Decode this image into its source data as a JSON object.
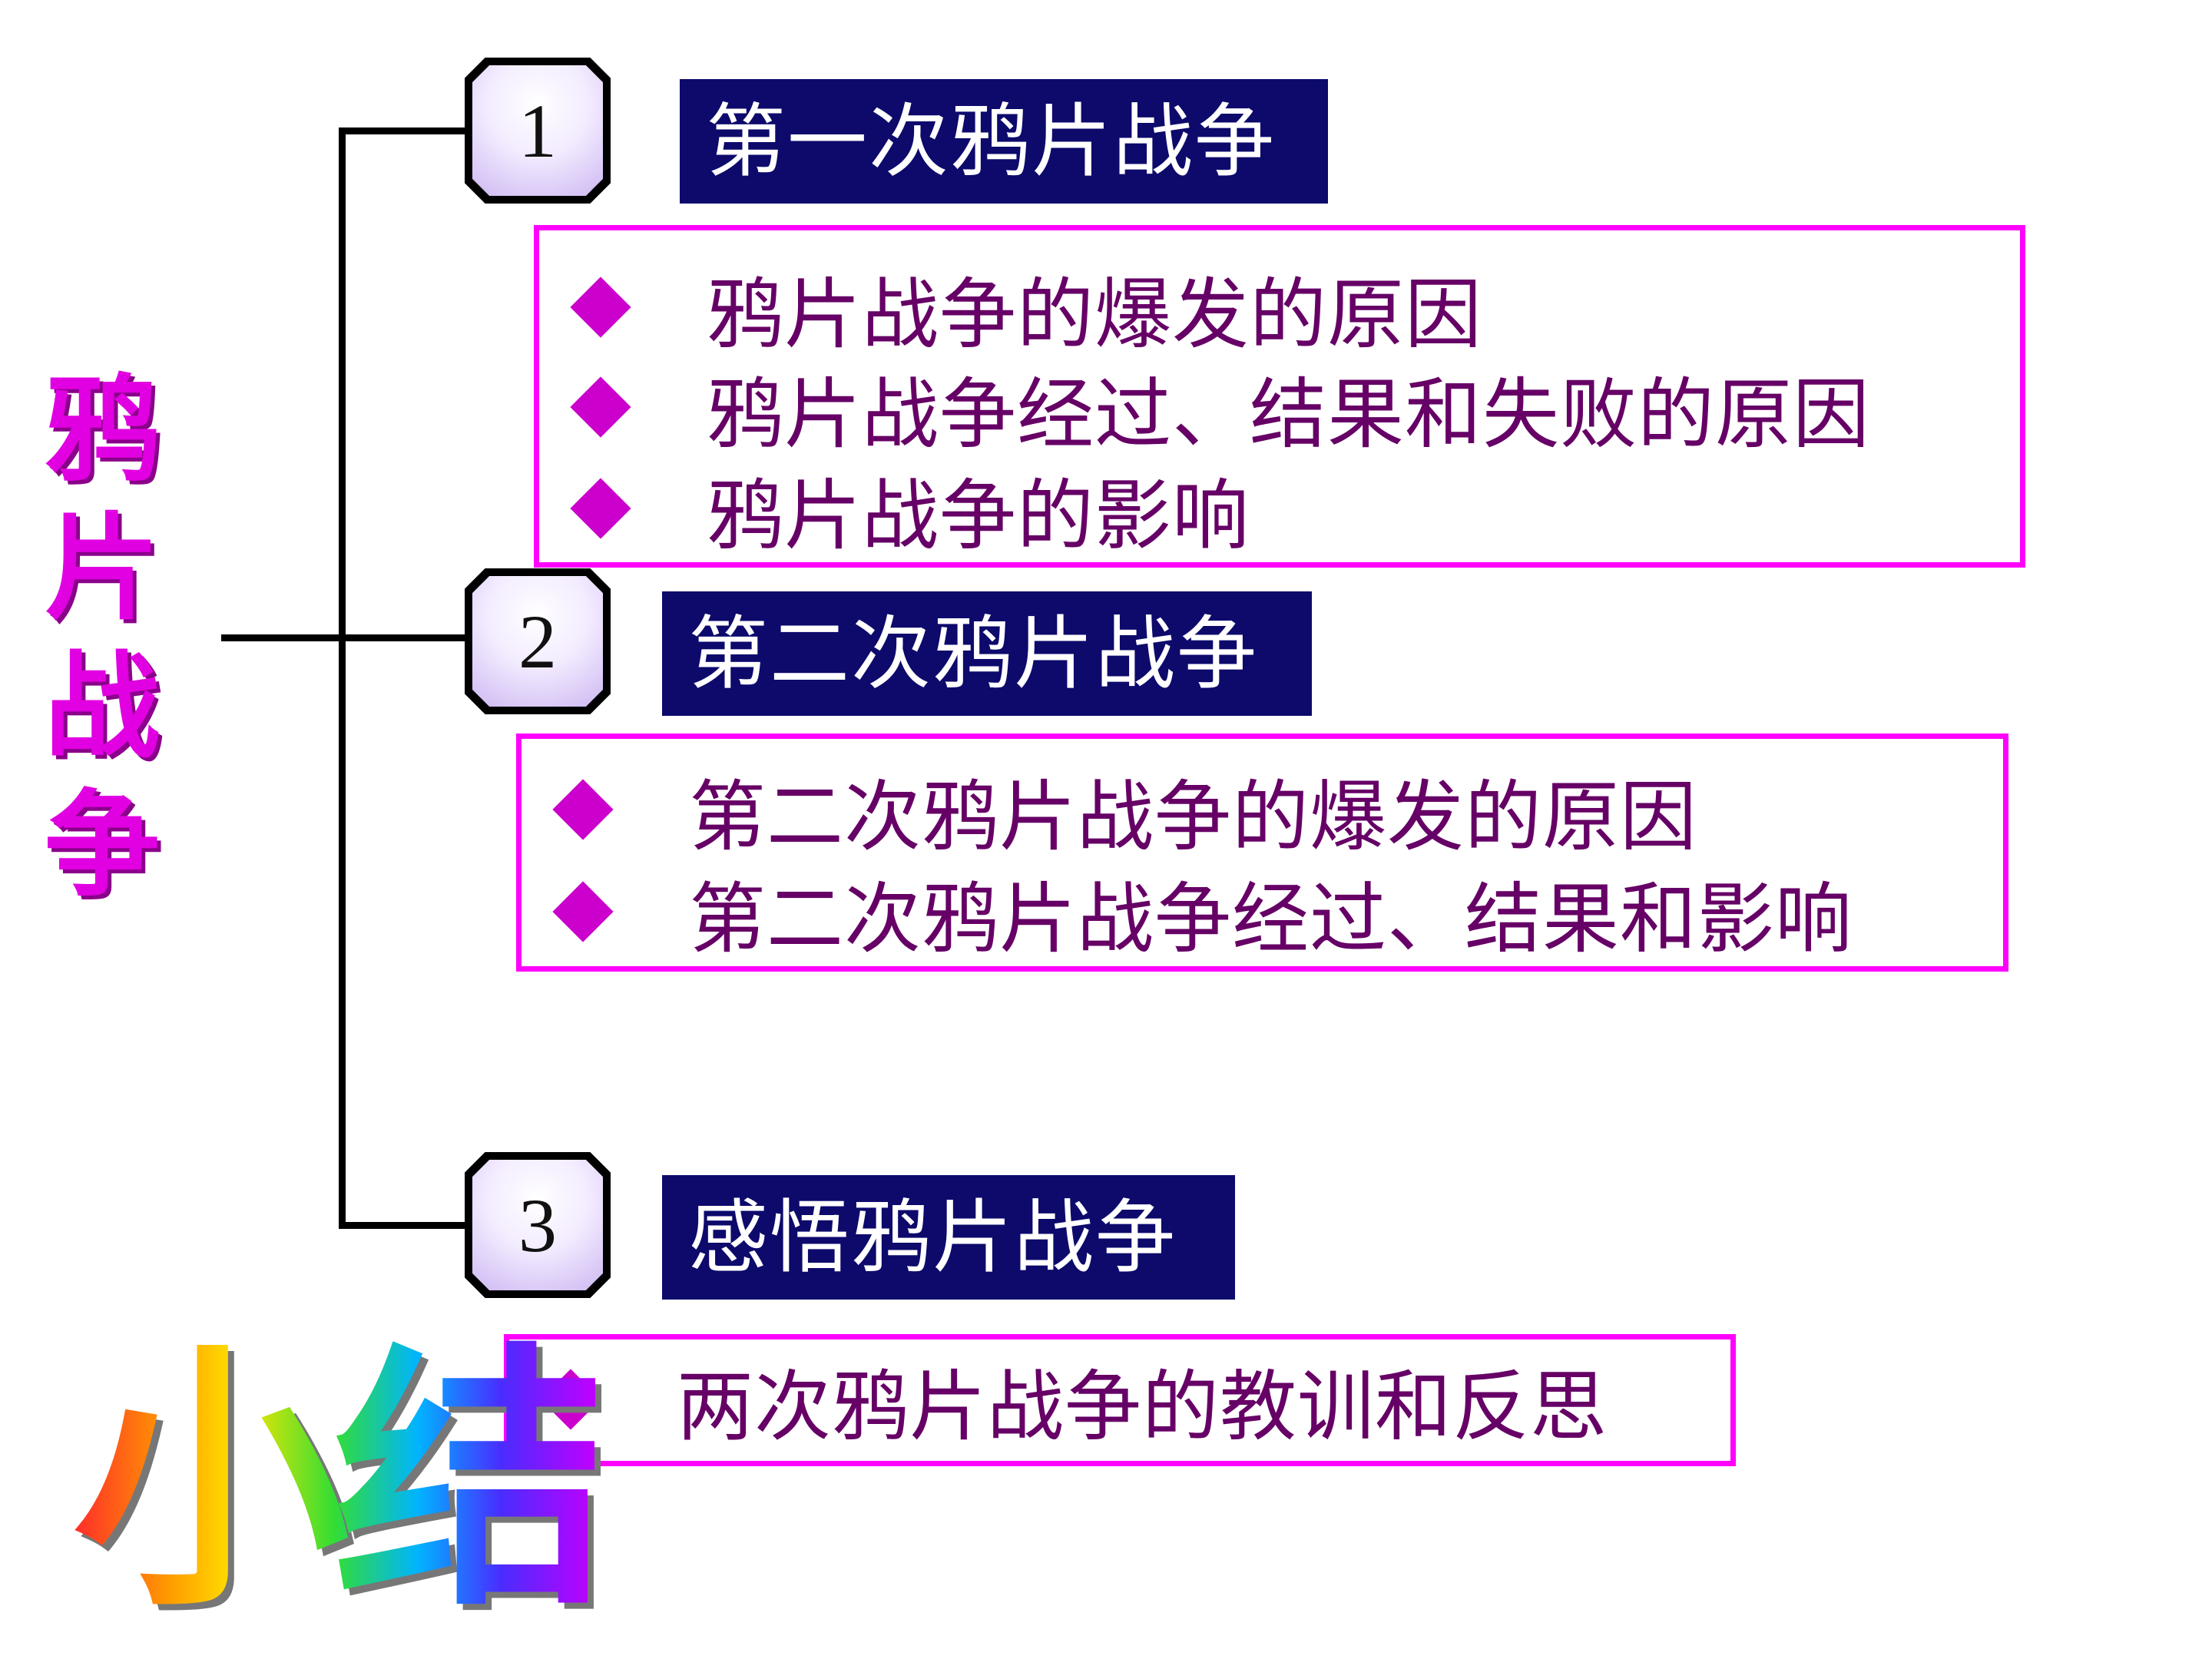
{
  "main_title": [
    "鸦",
    "片",
    "战",
    "争"
  ],
  "summary_logo": "小结",
  "sections": [
    {
      "number": "1",
      "title": "第一次鸦片战争",
      "bullets": [
        "鸦片战争的爆发的原因",
        "鸦片战争经过、结果和失败的原因",
        "鸦片战争的影响"
      ]
    },
    {
      "number": "2",
      "title": "第二次鸦片战争",
      "bullets": [
        "第二次鸦片战争的爆发的原因",
        "第二次鸦片战争经过、结果和影响"
      ]
    },
    {
      "number": "3",
      "title": "感悟鸦片战争",
      "bullets": [
        "两次鸦片战争的教训和反思"
      ]
    }
  ],
  "colors": {
    "title_box": "#0d0a6c",
    "bullet_border": "#ff00ff",
    "bullet_text": "#660066",
    "diamond": "#cc00cc",
    "main_title": "#e100e1"
  }
}
